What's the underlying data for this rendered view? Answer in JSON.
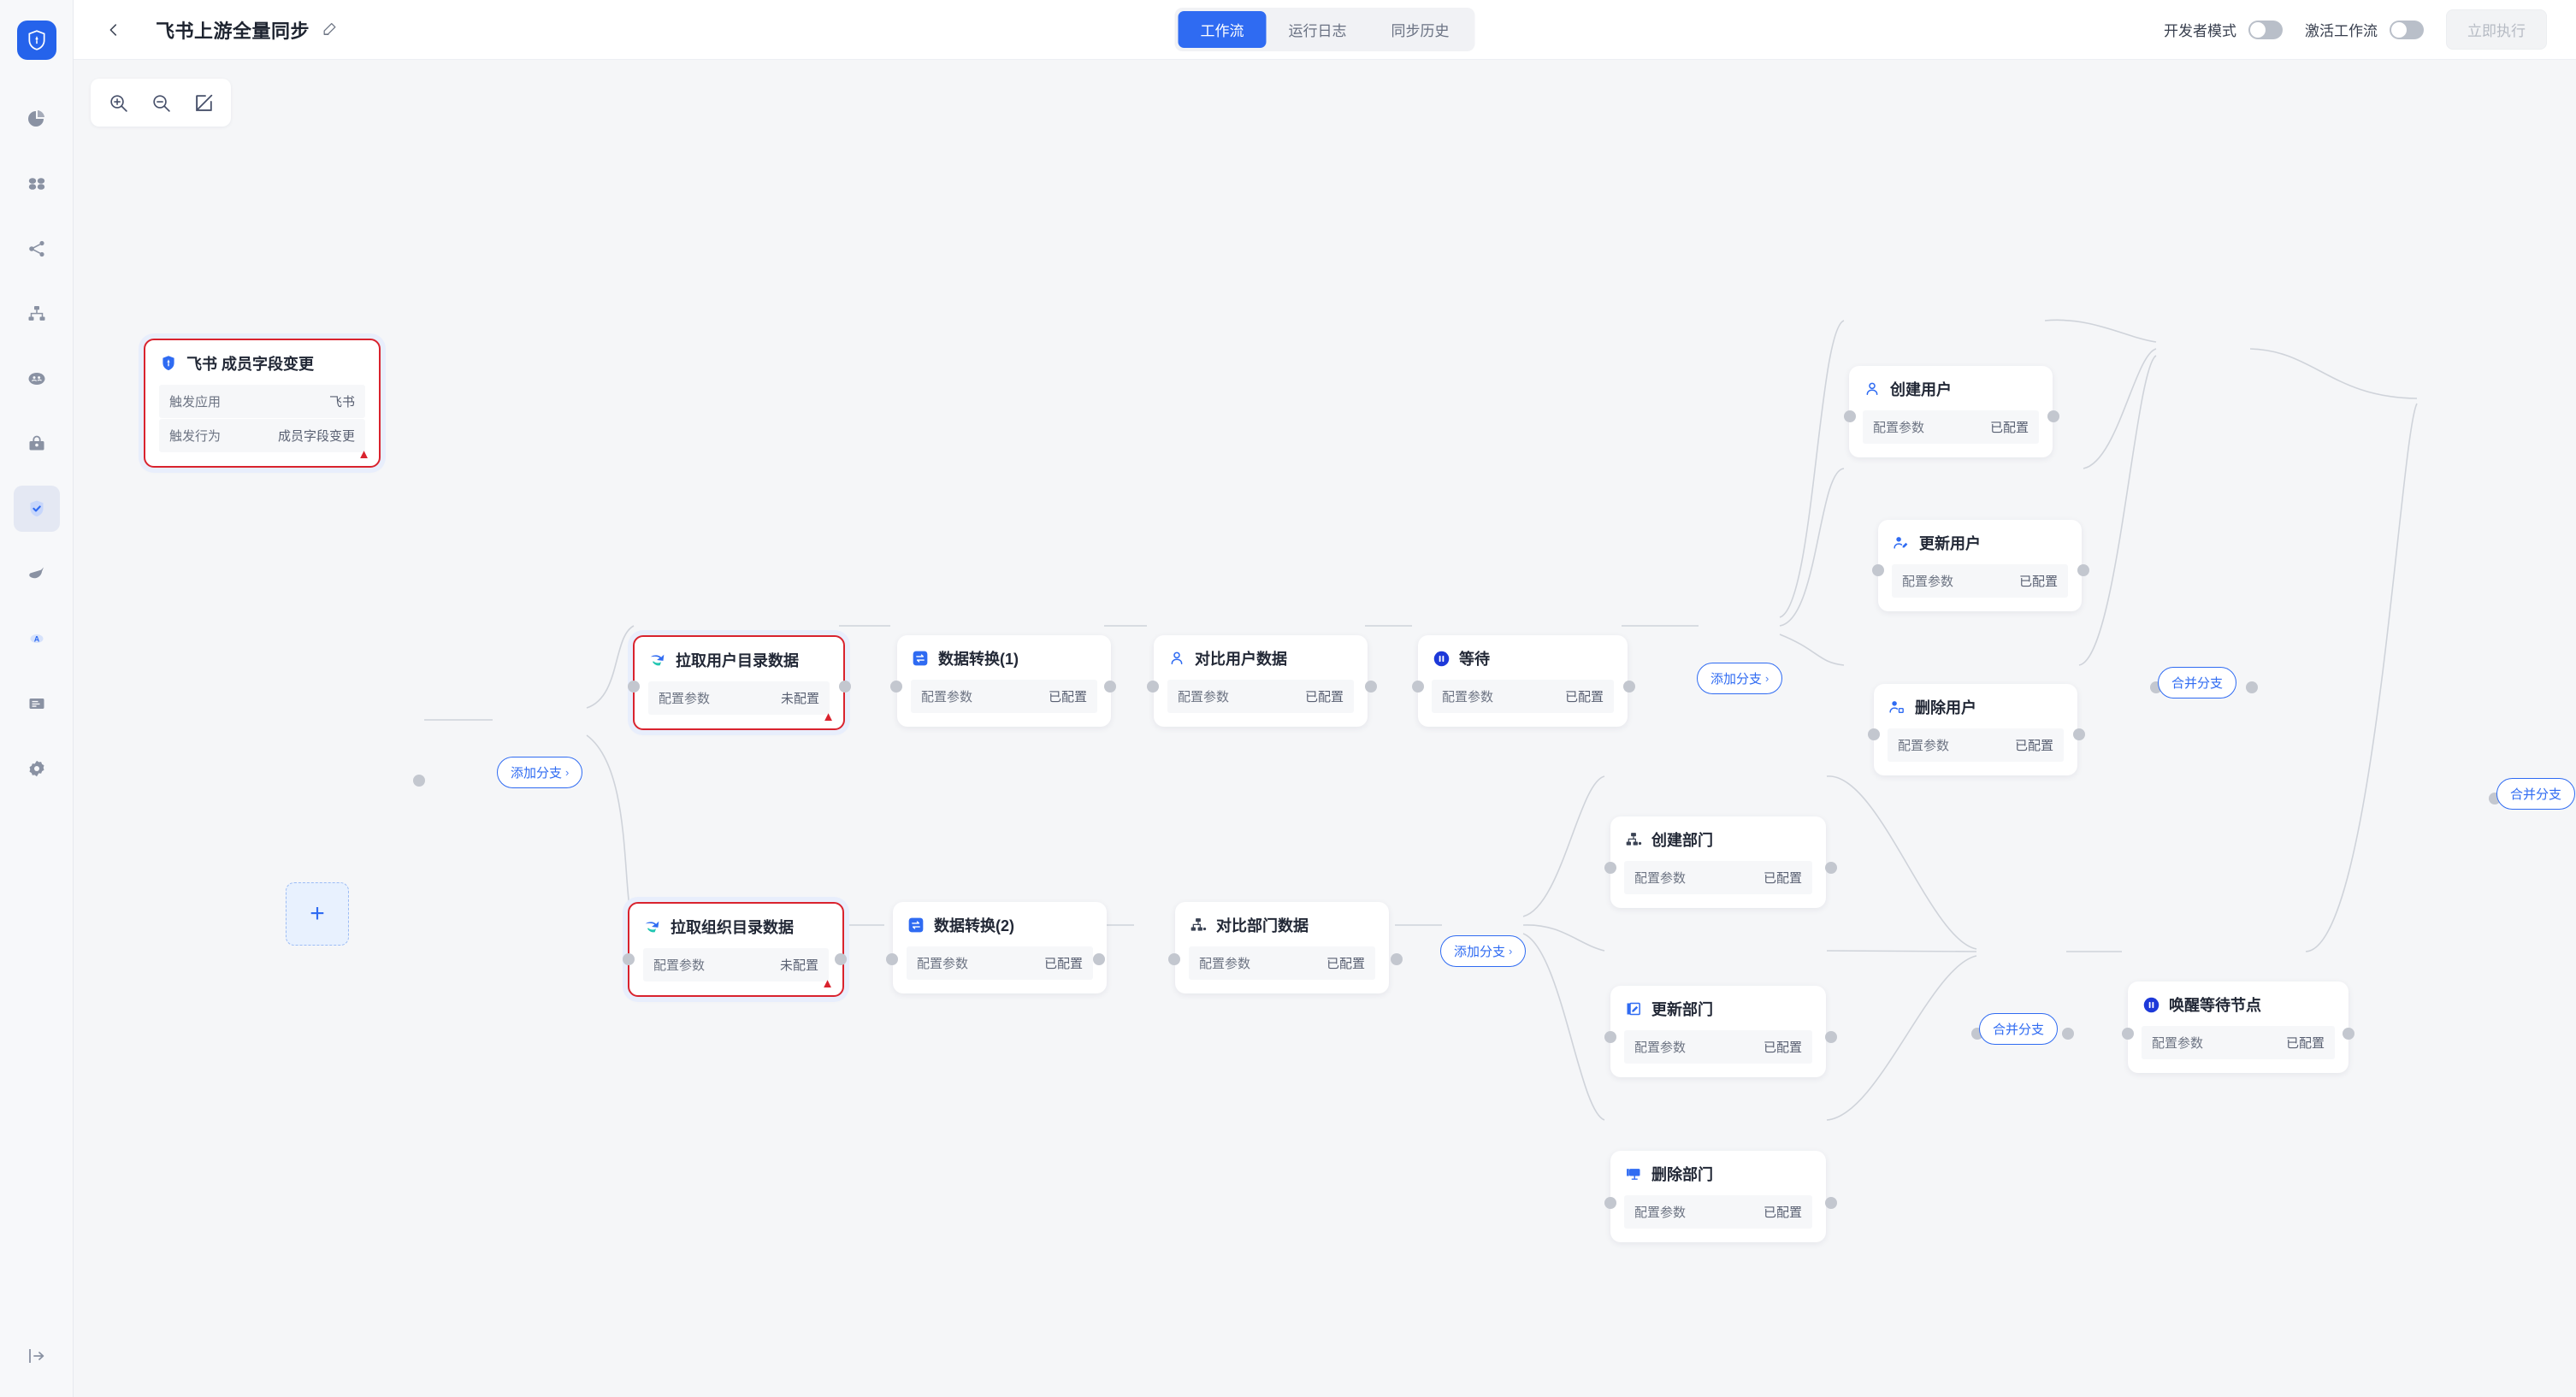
{
  "app": {
    "logo_icon": "shield-logo-icon",
    "brand_color": "#2563eb"
  },
  "sidebar": {
    "items": [
      {
        "icon": "pie-chart-icon",
        "active": false
      },
      {
        "icon": "apps-grid-icon",
        "active": false
      },
      {
        "icon": "share-nodes-icon",
        "active": false
      },
      {
        "icon": "org-tree-icon",
        "active": false
      },
      {
        "icon": "globe-users-icon",
        "active": false
      },
      {
        "icon": "lock-briefcase-icon",
        "active": false
      },
      {
        "icon": "shield-check-icon",
        "active": true
      },
      {
        "icon": "paint-drop-icon",
        "active": false
      },
      {
        "icon": "letter-a-icon",
        "active": false
      },
      {
        "icon": "document-list-icon",
        "active": false
      },
      {
        "icon": "gear-icon",
        "active": false
      }
    ],
    "bottom_icon": "logout-icon"
  },
  "header": {
    "back_icon": "back-arrow-icon",
    "title": "飞书上游全量同步",
    "edit_icon": "pencil-icon",
    "tabs": [
      {
        "label": "工作流",
        "active": true
      },
      {
        "label": "运行日志",
        "active": false
      },
      {
        "label": "同步历史",
        "active": false
      }
    ],
    "developer_mode_label": "开发者模式",
    "developer_mode_on": false,
    "activate_workflow_label": "激活工作流",
    "activate_workflow_on": false,
    "run_now_label": "立即执行",
    "run_now_disabled": true
  },
  "toolbar": {
    "zoom_in_icon": "zoom-in-icon",
    "zoom_out_icon": "zoom-out-icon",
    "edit_canvas_icon": "edit-square-icon"
  },
  "canvas": {
    "add_node_label": "+",
    "status_configured": "已配置",
    "status_unconfigured": "未配置",
    "param_label": "配置参数",
    "add_branch_label": "添加分支",
    "merge_branch_label": "合并分支",
    "warn_icon": "warning-triangle-icon",
    "nodes": {
      "trigger": {
        "title": "飞书 成员字段变更",
        "icon": "feishu-shield-icon",
        "rows": [
          {
            "label": "触发应用",
            "value": "飞书"
          },
          {
            "label": "触发行为",
            "value": "成员字段变更"
          }
        ],
        "error": true
      },
      "pull_user": {
        "title": "拉取用户目录数据",
        "icon": "sync-swoosh-icon",
        "rows": [
          {
            "label": "配置参数",
            "value": "未配置"
          }
        ],
        "error": true
      },
      "transform1": {
        "title": "数据转换(1)",
        "icon": "exchange-icon",
        "rows": [
          {
            "label": "配置参数",
            "value": "已配置"
          }
        ],
        "error": false
      },
      "compare_user": {
        "title": "对比用户数据",
        "icon": "person-icon",
        "rows": [
          {
            "label": "配置参数",
            "value": "已配置"
          }
        ],
        "error": false
      },
      "wait": {
        "title": "等待",
        "icon": "pause-circle-icon",
        "rows": [
          {
            "label": "配置参数",
            "value": "已配置"
          }
        ],
        "error": false
      },
      "create_user": {
        "title": "创建用户",
        "icon": "person-icon",
        "rows": [
          {
            "label": "配置参数",
            "value": "已配置"
          }
        ],
        "error": false
      },
      "update_user": {
        "title": "更新用户",
        "icon": "person-edit-icon",
        "rows": [
          {
            "label": "配置参数",
            "value": "已配置"
          }
        ],
        "error": false
      },
      "delete_user": {
        "title": "删除用户",
        "icon": "person-delete-icon",
        "rows": [
          {
            "label": "配置参数",
            "value": "已配置"
          }
        ],
        "error": false
      },
      "pull_org": {
        "title": "拉取组织目录数据",
        "icon": "sync-swoosh-icon",
        "rows": [
          {
            "label": "配置参数",
            "value": "未配置"
          }
        ],
        "error": true
      },
      "transform2": {
        "title": "数据转换(2)",
        "icon": "exchange-icon",
        "rows": [
          {
            "label": "配置参数",
            "value": "已配置"
          }
        ],
        "error": false
      },
      "compare_dept": {
        "title": "对比部门数据",
        "icon": "org-tree-icon",
        "rows": [
          {
            "label": "配置参数",
            "value": "已配置"
          }
        ],
        "error": false
      },
      "create_dept": {
        "title": "创建部门",
        "icon": "org-tree-icon",
        "rows": [
          {
            "label": "配置参数",
            "value": "已配置"
          }
        ],
        "error": false
      },
      "update_dept": {
        "title": "更新部门",
        "icon": "edit-square-icon",
        "rows": [
          {
            "label": "配置参数",
            "value": "已配置"
          }
        ],
        "error": false
      },
      "delete_dept": {
        "title": "删除部门",
        "icon": "screen-delete-icon",
        "rows": [
          {
            "label": "配置参数",
            "value": "已配置"
          }
        ],
        "error": false
      },
      "wake_wait": {
        "title": "唤醒等待节点",
        "icon": "pause-circle-icon",
        "rows": [
          {
            "label": "配置参数",
            "value": "已配置"
          }
        ],
        "error": false
      }
    },
    "branch_buttons": [
      {
        "id": "add-branch-trigger",
        "label": "添加分支"
      },
      {
        "id": "add-branch-user",
        "label": "添加分支"
      },
      {
        "id": "add-branch-dept",
        "label": "添加分支"
      }
    ],
    "merge_buttons": [
      {
        "id": "merge-branch-user",
        "label": "合并分支"
      },
      {
        "id": "merge-branch-dept",
        "label": "合并分支"
      },
      {
        "id": "merge-branch-final",
        "label": "合并分支"
      }
    ]
  }
}
